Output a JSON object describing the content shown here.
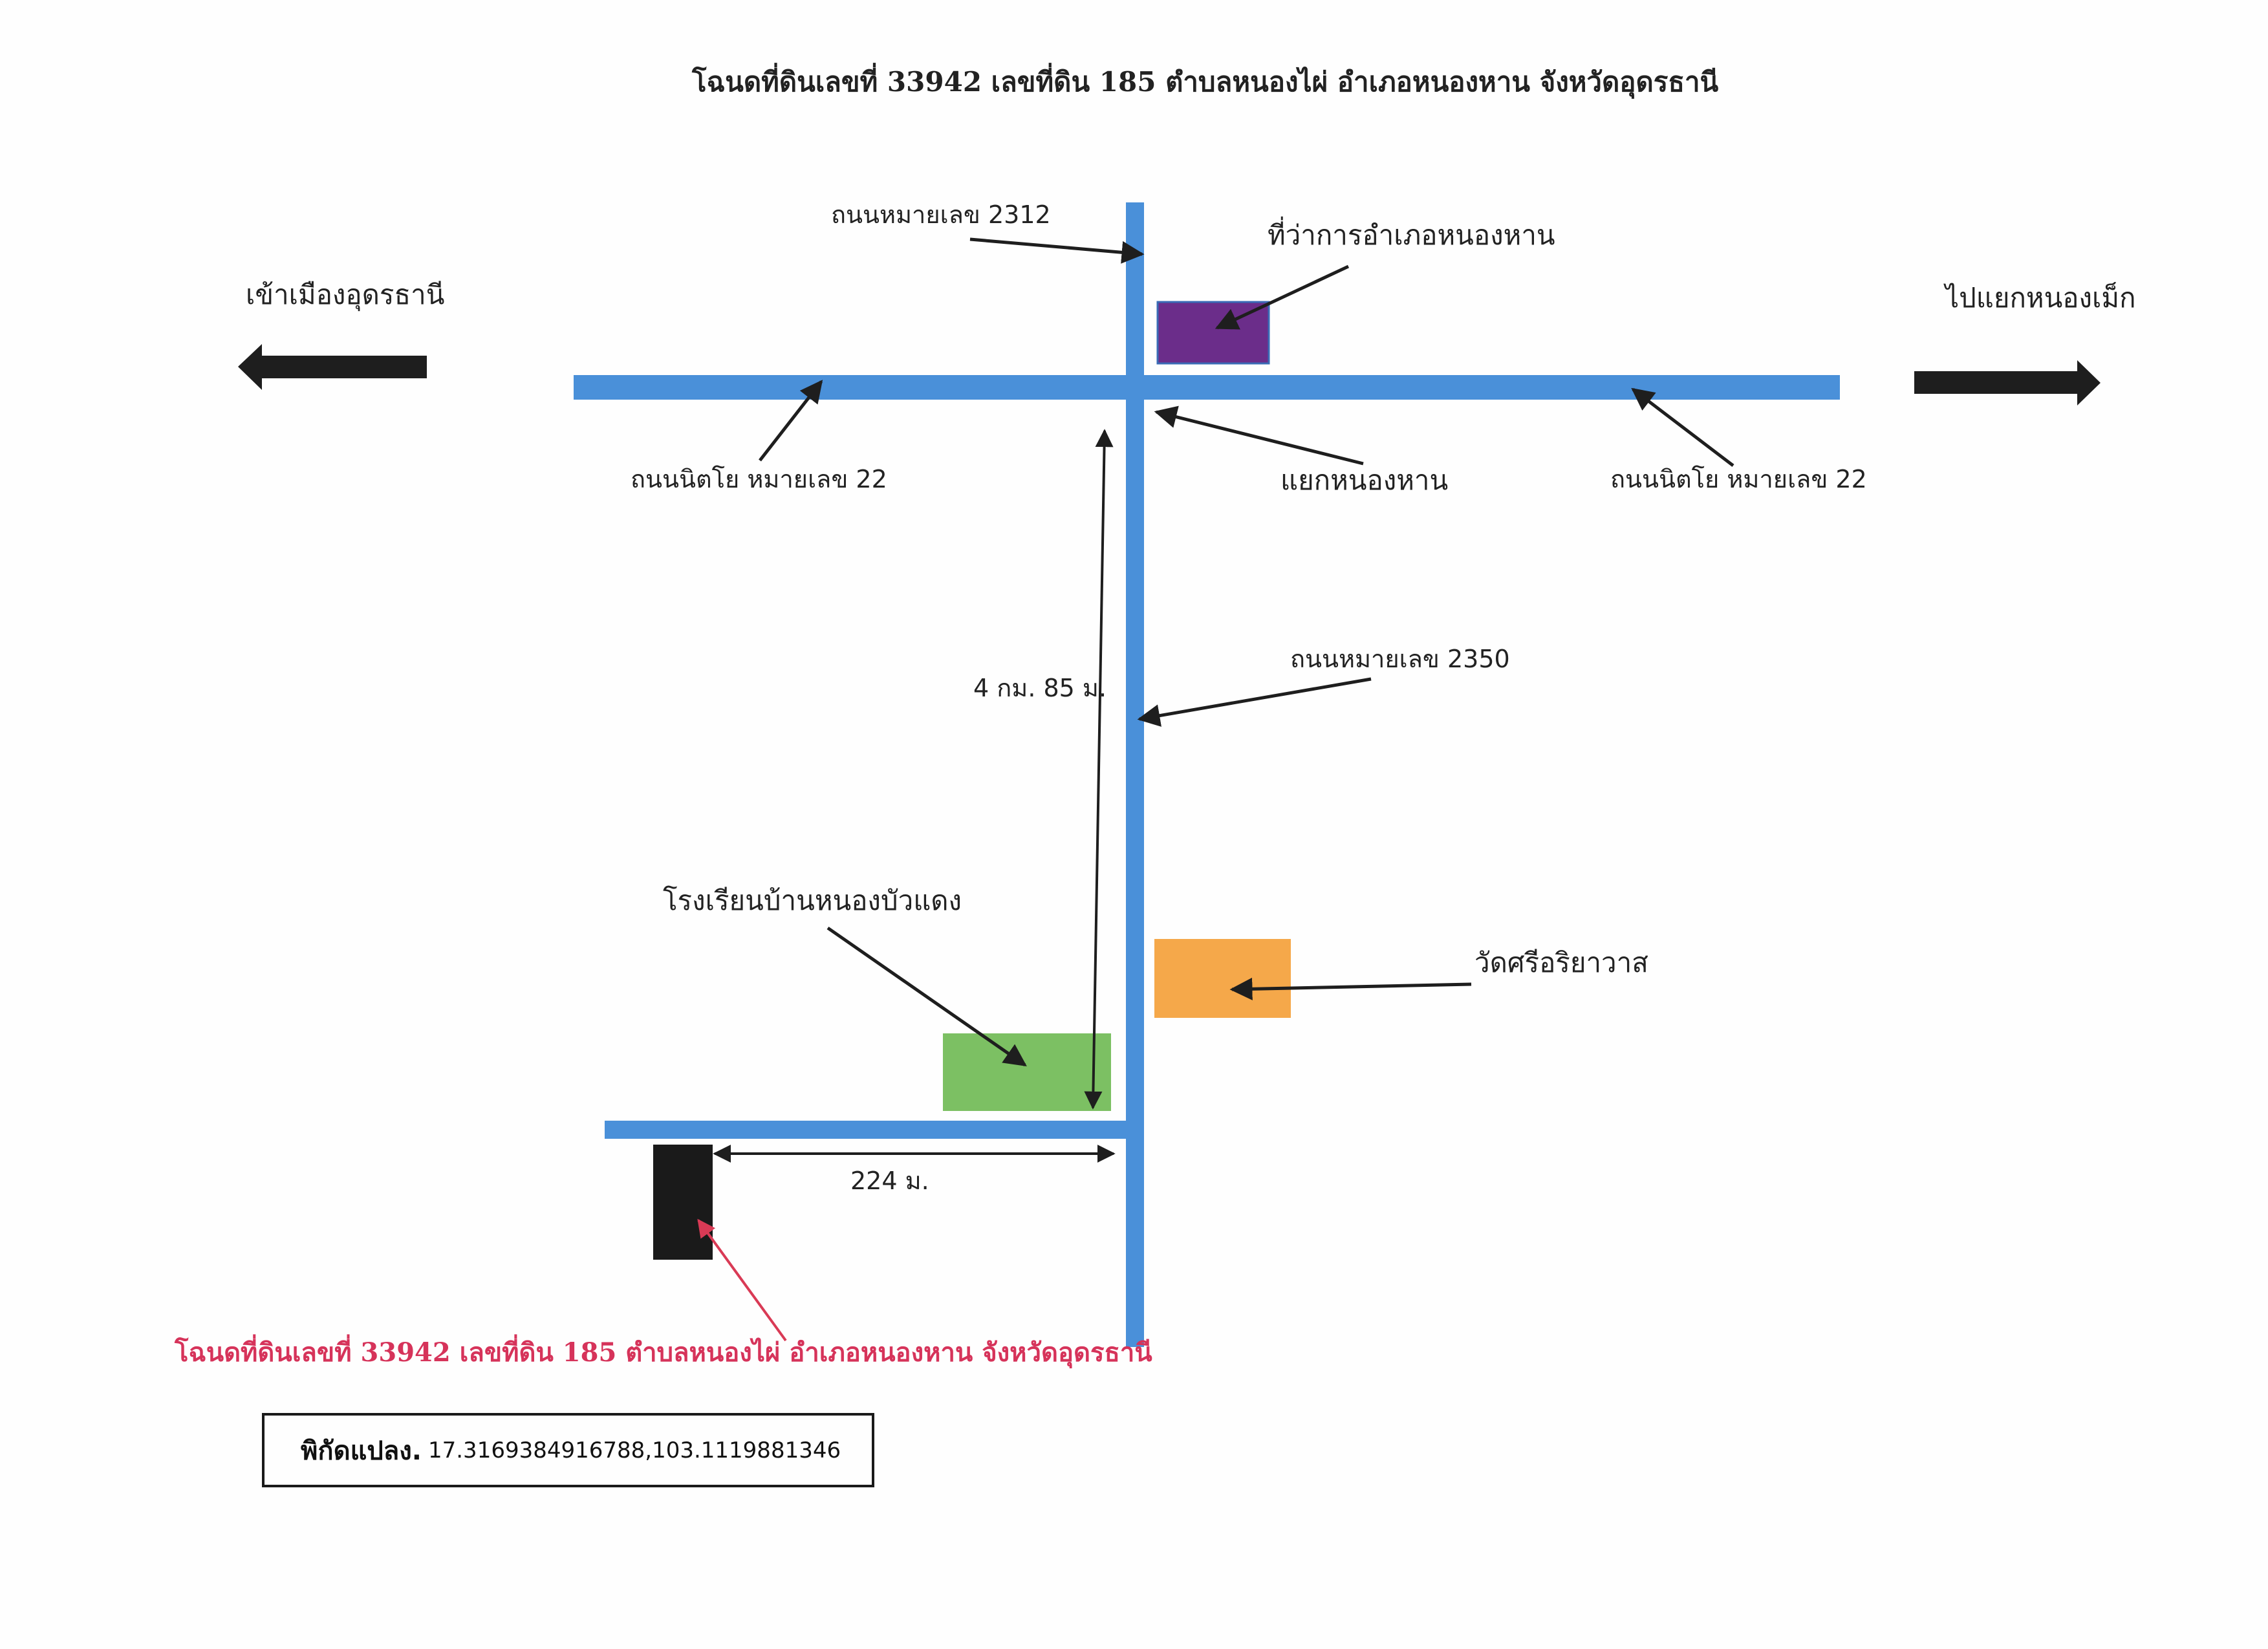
{
  "title": "โฉนดที่ดินเลขที่ 33942 เลขที่ดิน 185 ตำบลหนองไผ่ อำเภอหนองหาน จังหวัดอุดรธานี",
  "plot_caption": "โฉนดที่ดินเลขที่ 33942 เลขที่ดิน 185 ตำบลหนองไผ่ อำเภอหนองหาน จังหวัดอุดรธานี",
  "directions": {
    "left": "เข้าเมืองอุดรธานี",
    "right": "ไปแยกหนองเม็ก"
  },
  "roads": {
    "road_2312": "ถนนหมายเลข  2312",
    "road_22_left": "ถนนนิตโย หมายเลข 22",
    "road_22_right": "ถนนนิตโย หมายเลข 22",
    "road_2350": "ถนนหมายเลข  2350"
  },
  "landmarks": {
    "district_office": "ที่ว่าการอำเภอหนองหาน",
    "junction": "แยกหนองหาน",
    "school": "โรงเรียนบ้านหนองบัวแดง",
    "temple": "วัดศรีอริยาวาส"
  },
  "distances": {
    "vertical": "4 กม. 85 ม.",
    "horizontal": "224 ม."
  },
  "coordinates": {
    "label": "พิกัดแปลง.",
    "value": "17.3169384916788,103.1119881346"
  },
  "colors": {
    "road": "#4a90d9",
    "district_office": "#6b2d8a",
    "school": "#7cc063",
    "temple": "#f5a84a",
    "plot": "#1a1a1a",
    "plot_arrow": "#d93a55",
    "caption": "#d6335a",
    "arrow": "#1e1e1e"
  }
}
